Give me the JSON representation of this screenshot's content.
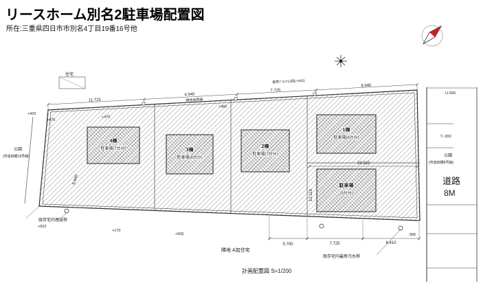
{
  "header": {
    "title": "リースホーム別名2駐車場配置図",
    "subtitle": "所在:三重県四日市市別名4丁目19番16号他"
  },
  "buildings": [
    {
      "name": "4棟",
      "sub": "駐車場(7台分)"
    },
    {
      "name": "3棟",
      "sub": "駐車場(6台分)"
    },
    {
      "name": "2棟",
      "sub": "駐車場(7台分)"
    },
    {
      "name": "1棟",
      "sub": "駐車場(6台分)"
    },
    {
      "name": "駐車場",
      "sub": "(5台分)"
    }
  ],
  "road": {
    "line1": "道路",
    "line2": "8M"
  },
  "park_left": {
    "line1": "公園",
    "line2": "(市道四郷19号線)"
  },
  "park_right": {
    "line1": "公園",
    "line2": "(市道四郷8号線)"
  },
  "labels": {
    "house": "住宅",
    "boundary": "隣地境界線",
    "block_note": "境界ﾌﾞﾛｯｸ13段(+405)",
    "neighbor": "隣地 A加住宅",
    "manhole_left": "既存宅内埋設桝",
    "manhole_right": "既存宅内最終汚水桝",
    "scale": "計画配置図 S=1/200",
    "u300": "U-300",
    "ri300": "リ-300"
  },
  "dims": {
    "top1": "11.725",
    "top2": "4.940",
    "top3": "7.725",
    "top4": "8.940",
    "mid": "23.110",
    "v1": "10.110",
    "v2": "6.640",
    "bot1": "5.700",
    "bot2": "7.725",
    "bot3": "8.410"
  },
  "levels": {
    "l1": "+420",
    "l2": "+475",
    "l3": "+470",
    "l4": "+460",
    "l5": "+502",
    "l6": "+170",
    "l7": "+505",
    "l8": "-305"
  }
}
